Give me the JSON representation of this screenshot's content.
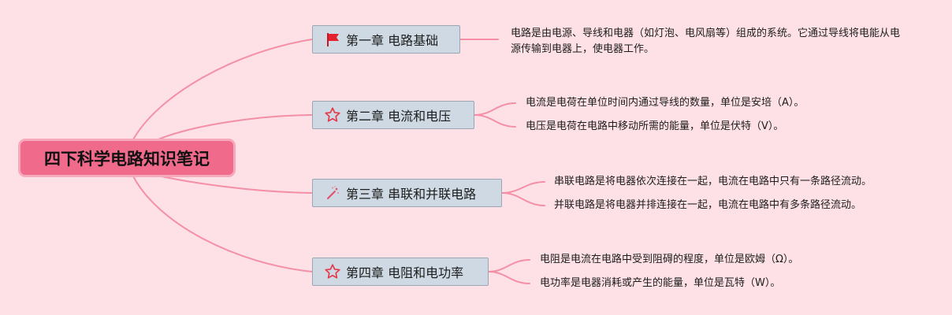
{
  "root": {
    "label": "四下科学电路知识笔记"
  },
  "chapters": [
    {
      "label": "第一章 电路基础",
      "icon": "red-flag-icon",
      "notes": [
        "电路是由电源、导线和电器（如灯泡、电风扇等）组成的系统。它通过导线将电能从电源传输到电器上，使电器工作。"
      ]
    },
    {
      "label": "第二章 电流和电压",
      "icon": "star-outline-icon",
      "notes": [
        "电流是电荷在单位时间内通过导线的数量，单位是安培（A）。",
        "电压是电荷在电路中移动所需的能量，单位是伏特（V）。"
      ]
    },
    {
      "label": "第三章 串联和并联电路",
      "icon": "magic-wand-icon",
      "notes": [
        "串联电路是将电器依次连接在一起，电流在电路中只有一条路径流动。",
        "并联电路是将电器并排连接在一起，电流在电路中有多条路径流动。"
      ]
    },
    {
      "label": "第四章 电阻和电功率",
      "icon": "star-outline-icon",
      "notes": [
        "电阻是电流在电路中受到阻碍的程度，单位是欧姆（Ω）。",
        "电功率是电器消耗或产生的能量，单位是瓦特（W）。"
      ]
    }
  ],
  "colors": {
    "background": "#fde1e6",
    "root_fill": "#f06a8c",
    "chapter_fill": "#ced9e3",
    "connector": "#f48fa6"
  }
}
